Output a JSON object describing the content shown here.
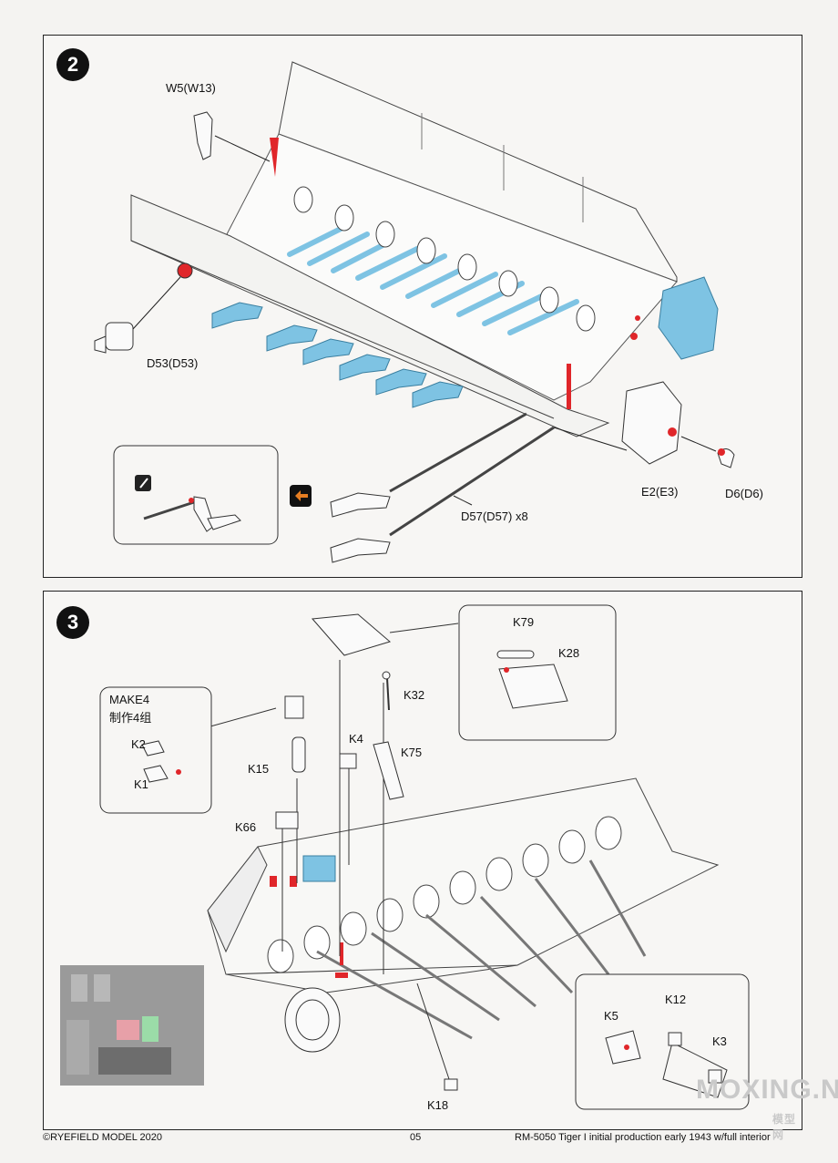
{
  "step2": {
    "number": "2",
    "labels": {
      "w5": "W5(W13)",
      "d53": "D53(D53)",
      "e2": "E2(E3)",
      "d6": "D6(D6)",
      "d57": "D57(D57)  x8"
    }
  },
  "step3": {
    "number": "3",
    "make_note": "MAKE4",
    "make_note_cn": "制作4组",
    "labels": {
      "k79": "K79",
      "k28": "K28",
      "k32": "K32",
      "k4": "K4",
      "k75": "K75",
      "k15": "K15",
      "k2": "K2",
      "k1": "K1",
      "k66": "K66",
      "k18": "K18",
      "k5": "K5",
      "k12": "K12",
      "k3": "K3"
    }
  },
  "footer": {
    "copyright": "©RYEFIELD MODEL 2020",
    "page": "05",
    "product": "RM-5050 Tiger I initial production early 1943 w/full interior"
  },
  "watermark": {
    "latin": "MOXING.NET",
    "cn": "模型网"
  },
  "colors": {
    "highlight_blue": "#7ec3e3",
    "accent_red": "#e0262a",
    "line": "#333333"
  }
}
